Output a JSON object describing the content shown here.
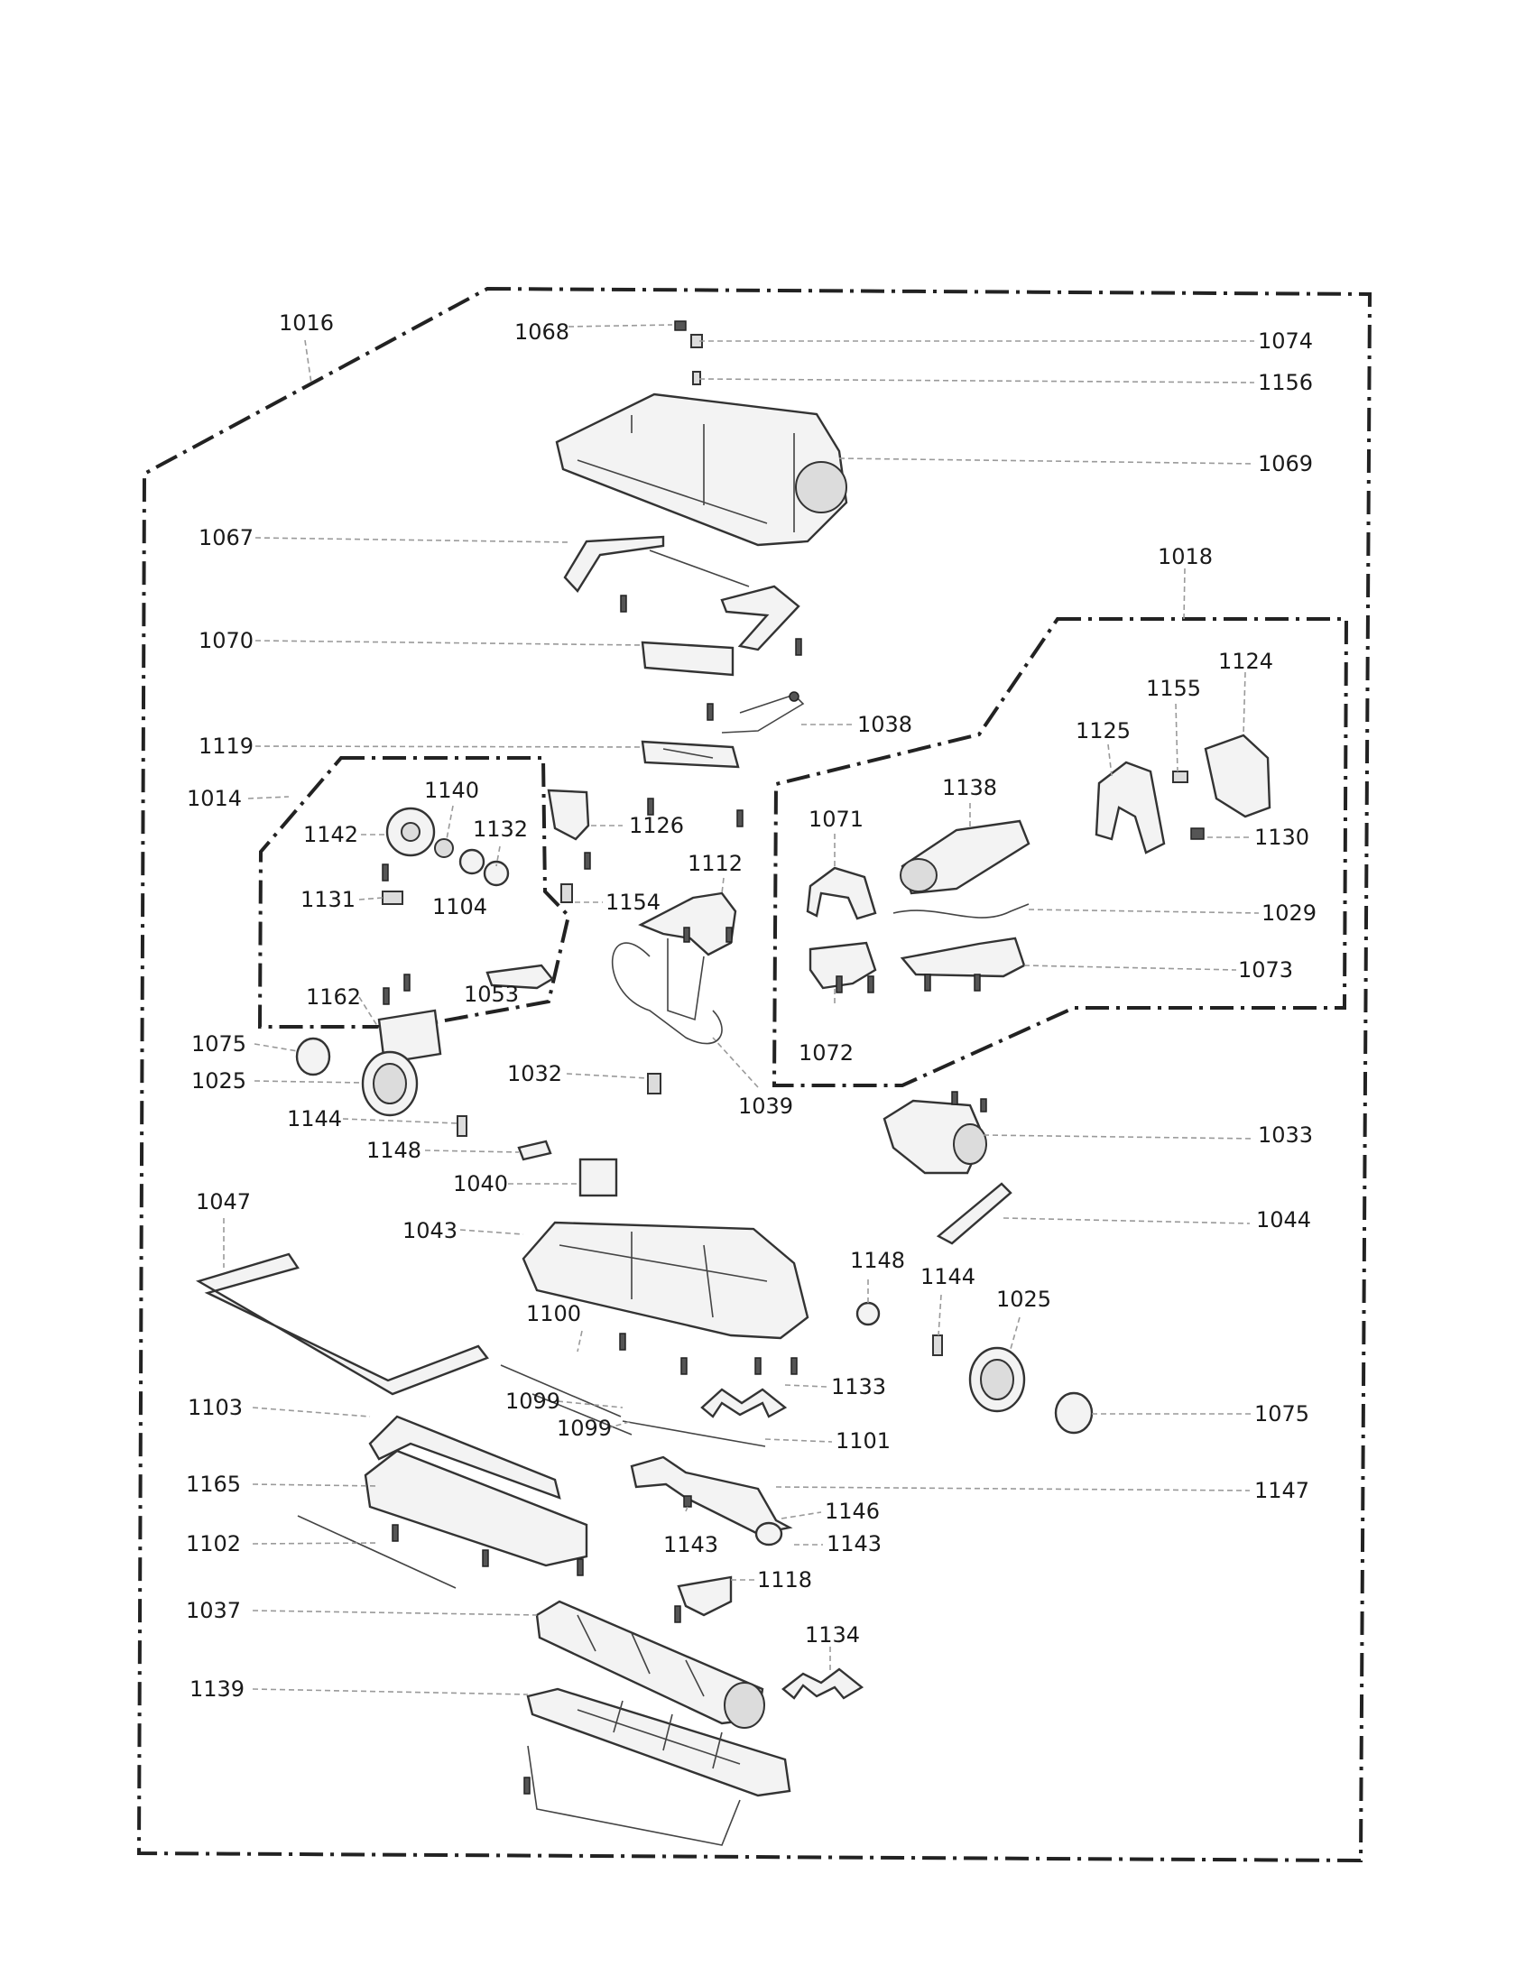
{
  "diagram": {
    "labels": {
      "l1016": "1016",
      "l1068": "1068",
      "l1074": "1074",
      "l1156": "1156",
      "l1069": "1069",
      "l1067": "1067",
      "l1018": "1018",
      "l1070": "1070",
      "l1124": "1124",
      "l1155": "1155",
      "l1125": "1125",
      "l1038": "1038",
      "l1119": "1119",
      "l1138": "1138",
      "l1130": "1130",
      "l1014": "1014",
      "l1140": "1140",
      "l1126": "1126",
      "l1071": "1071",
      "l1142": "1142",
      "l1132": "1132",
      "l1112": "1112",
      "l1029": "1029",
      "l1131": "1131",
      "l1104": "1104",
      "l1154": "1154",
      "l1073": "1073",
      "l1162": "1162",
      "l1053": "1053",
      "l1072": "1072",
      "l1075a": "1075",
      "l1025a": "1025",
      "l1032": "1032",
      "l1039": "1039",
      "l1144a": "1144",
      "l1033": "1033",
      "l1148a": "1148",
      "l1040": "1040",
      "l1047": "1047",
      "l1043": "1043",
      "l1044": "1044",
      "l1148b": "1148",
      "l1144b": "1144",
      "l1025b": "1025",
      "l1100": "1100",
      "l1133": "1133",
      "l1099a": "1099",
      "l1103": "1103",
      "l1075b": "1075",
      "l1099b": "1099",
      "l1101": "1101",
      "l1165": "1165",
      "l1147": "1147",
      "l1146": "1146",
      "l1143a": "1143",
      "l1102": "1102",
      "l1143b": "1143",
      "l1118": "1118",
      "l1037": "1037",
      "l1134": "1134",
      "l1139": "1139"
    }
  }
}
